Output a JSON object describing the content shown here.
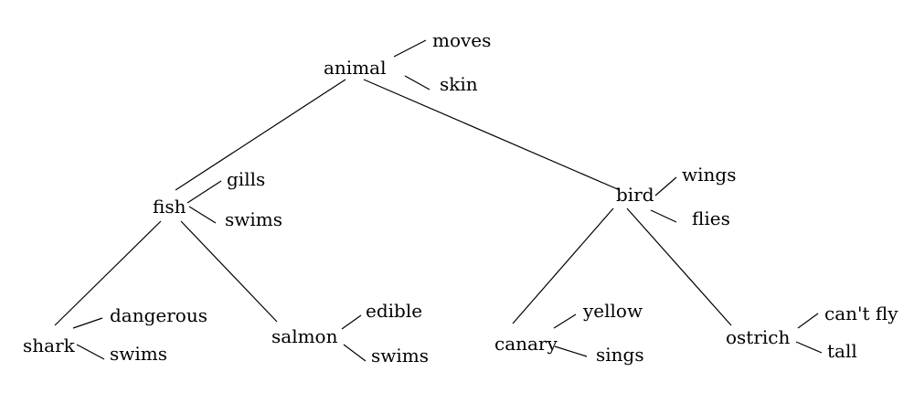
{
  "diagram": {
    "nodes": {
      "animal": {
        "label": "animal",
        "properties": {
          "moves": "moves",
          "skin": "skin"
        }
      },
      "fish": {
        "label": "fish",
        "properties": {
          "gills": "gills",
          "swims": "swims"
        }
      },
      "bird": {
        "label": "bird",
        "properties": {
          "wings": "wings",
          "flies": "flies"
        }
      },
      "shark": {
        "label": "shark",
        "properties": {
          "dangerous": "dangerous",
          "swims": "swims"
        }
      },
      "salmon": {
        "label": "salmon",
        "properties": {
          "edible": "edible",
          "swims": "swims"
        }
      },
      "canary": {
        "label": "canary",
        "properties": {
          "yellow": "yellow",
          "sings": "sings"
        }
      },
      "ostrich": {
        "label": "ostrich",
        "properties": {
          "cant_fly": "can't fly",
          "tall": "tall"
        }
      }
    }
  }
}
